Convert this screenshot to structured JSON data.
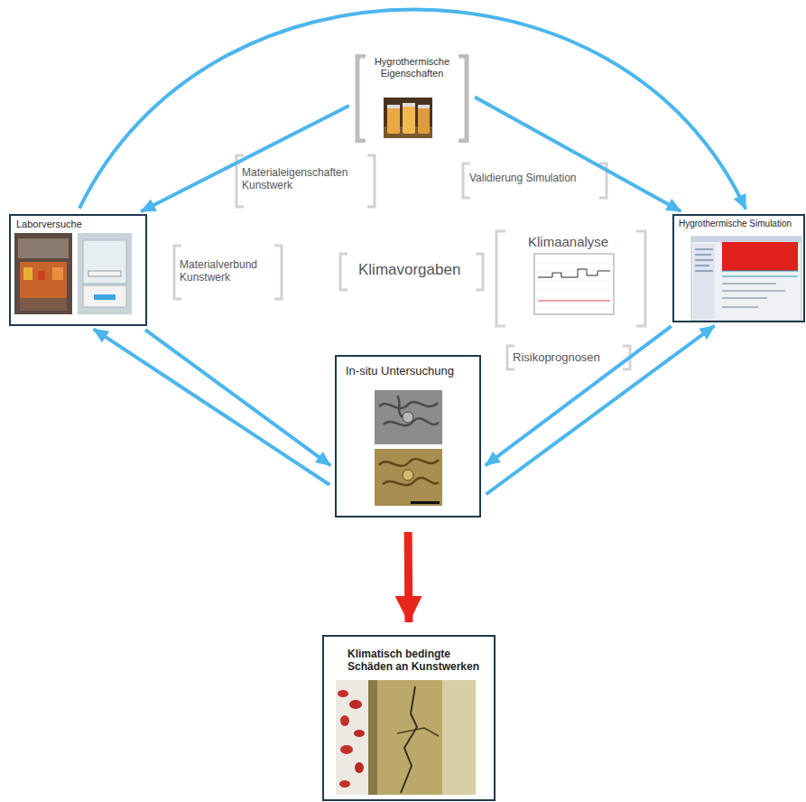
{
  "diagram": {
    "nodes": [
      {
        "text": [
          "Hygrothermische Eigenschaften"
        ]
      },
      {
        "text": [
          "Laborversuche"
        ]
      },
      {
        "text": [
          "Hygrothermische Simulation"
        ]
      },
      {
        "text": [
          "In-situ Untersuchung"
        ]
      },
      {
        "text": [
          "Klimatisch bedingte Schäden an Kunstwerken"
        ]
      }
    ],
    "edges": [
      {
        "from": 0,
        "to": 1,
        "arrow": "to"
      },
      {
        "from": 0,
        "to": 2,
        "arrow": "to"
      },
      {
        "from": 1,
        "to": 2,
        "arrow": "to"
      },
      {
        "from": 3,
        "to": 1,
        "arrow": "to"
      },
      {
        "from": 1,
        "to": 3,
        "arrow": "to"
      },
      {
        "from": 3,
        "to": 2,
        "arrow": "to"
      },
      {
        "from": 2,
        "to": 3,
        "arrow": "to"
      },
      {
        "from": 3,
        "to": 4,
        "arrow": "to"
      }
    ],
    "labels": [
      "Materialeigenschaften Kunstwerk",
      "Validierung Simulation",
      "Materialverbund Kunstwerk",
      "Klimavorgaben",
      "Klimaanalyse",
      "Risikoprognosen"
    ]
  }
}
